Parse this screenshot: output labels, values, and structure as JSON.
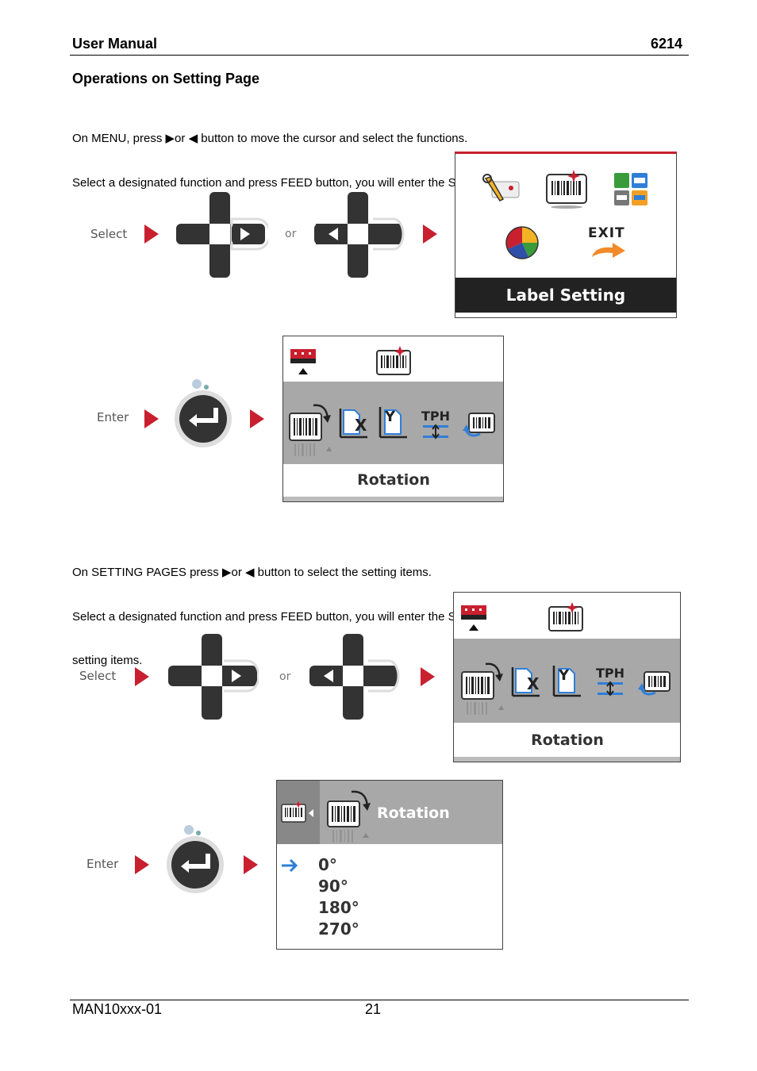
{
  "header": {
    "left": "User Manual",
    "right": "6214"
  },
  "section_title": "Operations on Setting Page",
  "para1": {
    "line1": "On MENU, press ▶or ◀ button to move the cursor and select the functions.",
    "line2": "Select a designated function and press FEED button, you will enter the SETTING PAGES for the function."
  },
  "para2": {
    "line1": "On SETTING PAGES press ▶or ◀ button to select the setting items.",
    "line2": "Select a designated function and press FEED button, you will enter the SETTING VALUE PAGES for the",
    "line3": "setting items."
  },
  "labels": {
    "select": "Select",
    "or": "or",
    "enter": "Enter"
  },
  "menu_screen": {
    "caption": "Label Setting",
    "exit": "EXIT"
  },
  "setting_screen": {
    "caption": "Rotation",
    "tph": "TPH",
    "x": "X",
    "y": "Y"
  },
  "value_screen": {
    "title": "Rotation",
    "options": [
      "0°",
      "90°",
      "180°",
      "270°"
    ]
  },
  "footer": {
    "left": "MAN10xxx-01",
    "page": "21"
  },
  "colors": {
    "red": "#c8202f",
    "dark": "#222222",
    "grey": "#a8a8a8",
    "blue": "#2f7fd8"
  }
}
